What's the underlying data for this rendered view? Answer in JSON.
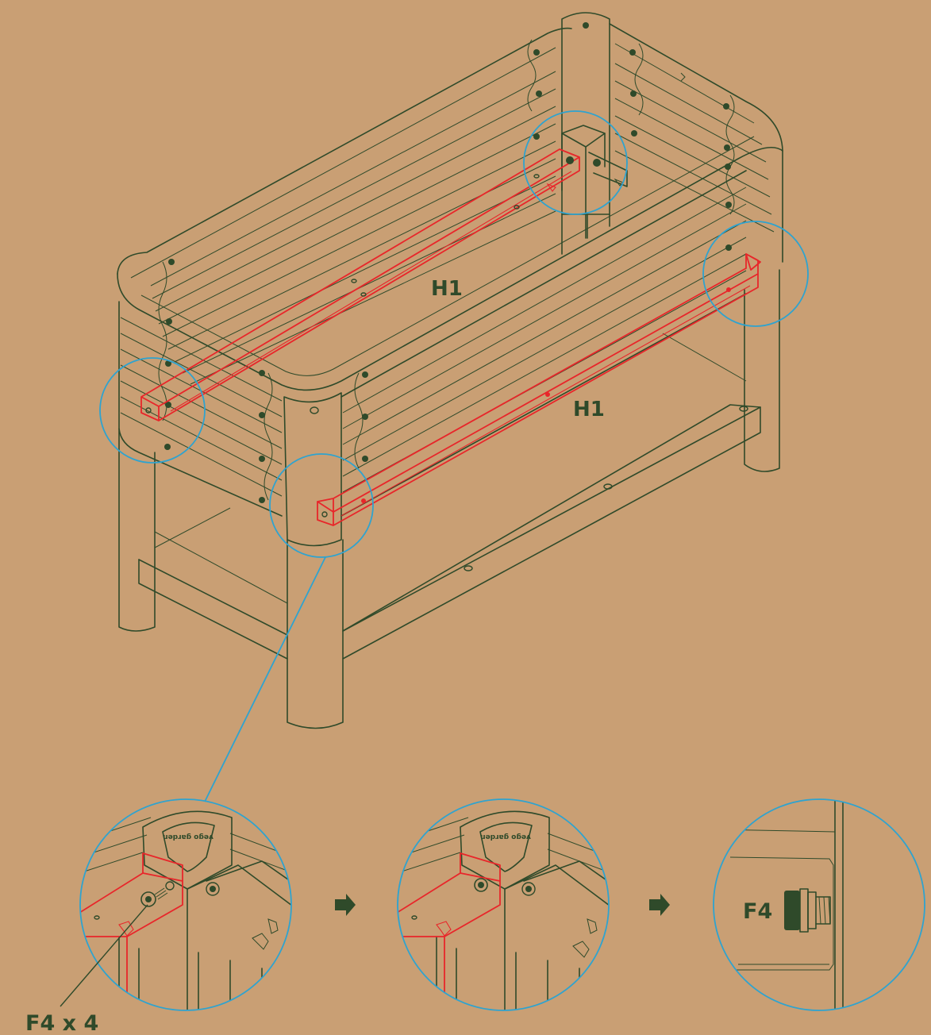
{
  "labels": {
    "rail_back": "H1",
    "rail_front": "H1",
    "fastener_count": "F4 x 4",
    "fastener": "F4"
  },
  "brand_mark": "vego garden",
  "colors": {
    "background": "#c99f74",
    "line": "#2f4a2a",
    "highlight": "#e8262a",
    "callout": "#2fa3cf"
  },
  "icons": [
    "arrow-right-icon",
    "arrow-right-icon"
  ]
}
